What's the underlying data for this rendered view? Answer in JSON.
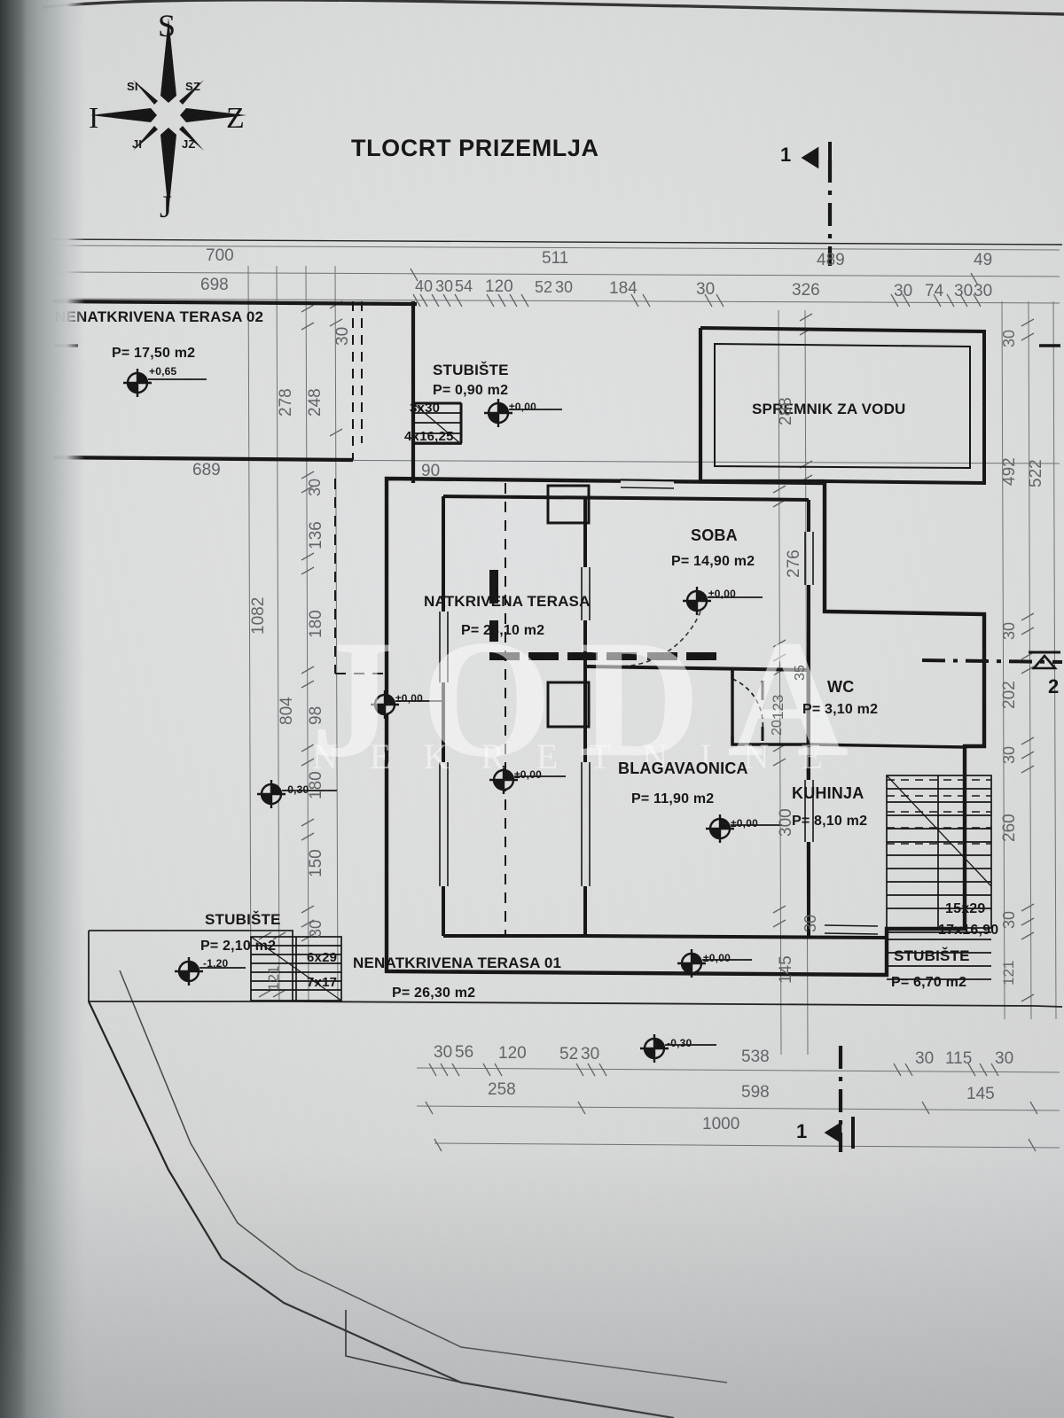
{
  "drawing": {
    "title": "TLOCRT PRIZEMLJA",
    "watermark_line1": "JODA",
    "watermark_line2": "N E K R E T N I N E"
  },
  "compass": {
    "name": "compass-rose",
    "north": "S",
    "south": "J",
    "east": "I",
    "west": "Z",
    "ne": "SI",
    "nw": "SZ",
    "se": "JI",
    "sw": "JZ"
  },
  "section_markers": [
    {
      "label": "1",
      "position": "top-right"
    },
    {
      "label": "1",
      "position": "bottom-right"
    },
    {
      "label": "2",
      "position": "right-middle"
    }
  ],
  "rooms": [
    {
      "name": "NENATKRIVENA TERASA 02",
      "area": "P= 17,50 m2",
      "elevation": "+0,65"
    },
    {
      "name": "STUBIŠTE",
      "area": "P= 0,90 m2",
      "elevation": "±0,00"
    },
    {
      "name": "SPREMNIK ZA VODU",
      "area": "",
      "elevation": ""
    },
    {
      "name": "SOBA",
      "area": "P= 14,90 m2",
      "elevation": "±0,00"
    },
    {
      "name": "NATKRIVENA TERASA",
      "area": "P= 23,10 m2",
      "elevation": "±0,00"
    },
    {
      "name": "WC",
      "area": "P= 3,10 m2",
      "elevation": ""
    },
    {
      "name": "BLAGAVAONICA",
      "area": "P= 11,90 m2",
      "elevation": "±0,00"
    },
    {
      "name": "KUHINJA",
      "area": "P= 8,10 m2",
      "elevation": "±0,00"
    },
    {
      "name": "STUBIŠTE",
      "area": "P= 2,10 m2",
      "elevation": "-1,20"
    },
    {
      "name": "NENATKRIVENA TERASA 01",
      "area": "P= 26,30 m2",
      "elevation": "±0,00"
    },
    {
      "name": "STUBIŠTE",
      "area": "P= 6,70 m2",
      "elevation": ""
    }
  ],
  "room_labels": {
    "terasa02_name": "NENATKRIVENA TERASA 02",
    "terasa02_area": "P= 17,50 m2",
    "terasa02_elev": "+0,65",
    "stubiste_top_name": "STUBIŠTE",
    "stubiste_top_area": "P= 0,90 m2",
    "stubiste_top_elev": "±0,00",
    "spremnik_name": "SPREMNIK ZA VODU",
    "soba_name": "SOBA",
    "soba_area": "P= 14,90 m2",
    "soba_elev": "±0,00",
    "natkrivena_name": "NATKRIVENA TERASA",
    "natkrivena_area": "P= 23,10 m2",
    "natkrivena_elev_left": "±0,00",
    "natkrivena_elev_mid": "±0,00",
    "wc_name": "WC",
    "wc_area": "P= 3,10 m2",
    "blagavaonica_name": "BLAGAVAONICA",
    "blagavaonica_area": "P= 11,90 m2",
    "blagavaonica_elev": "±0,00",
    "kuhinja_name": "KUHINJA",
    "kuhinja_area": "P= 8,10 m2",
    "stubiste_left_name": "STUBIŠTE",
    "stubiste_left_area": "P= 2,10 m2",
    "stubiste_left_elev": "-1,20",
    "terasa01_name": "NENATKRIVENA TERASA 01",
    "terasa01_area": "P= 26,30 m2",
    "terasa01_elev": "±0,00",
    "stubiste_right_name": "STUBIŠTE",
    "stubiste_right_area": "P= 6,70 m2",
    "elev_left_mid": "-0,30",
    "elev_bottom_mid": "-0,30"
  },
  "stair_notes": {
    "top": {
      "treads": "3x30",
      "risers": "4x16,25"
    },
    "left": {
      "treads": "6x29",
      "risers": "7x17"
    },
    "right": {
      "treads": "15x29",
      "risers": "17x16,90"
    }
  },
  "dimensions": {
    "top_row1": [
      "700",
      "511",
      "489",
      "49"
    ],
    "top_row2": [
      "698",
      "40",
      "30",
      "54",
      "120",
      "52",
      "30",
      "184",
      "30",
      "326",
      "30",
      "74",
      "30",
      "30"
    ],
    "top_row3": [
      "689",
      "90"
    ],
    "bottom_row1": [
      "30",
      "56",
      "120",
      "52",
      "30",
      "538",
      "30",
      "115",
      "30"
    ],
    "bottom_row2": [
      "258",
      "598",
      "145"
    ],
    "bottom_row3": [
      "1000"
    ],
    "left_chain": [
      "30",
      "136",
      "180",
      "98",
      "180",
      "150",
      "30"
    ],
    "left_totals": [
      "1082",
      "804",
      "121"
    ],
    "left_small": [
      "278",
      "248",
      "30"
    ],
    "right_chain": [
      "30",
      "492",
      "30",
      "202",
      "30",
      "260",
      "30",
      "121"
    ],
    "right_totals": [
      "522",
      "288"
    ],
    "inner": [
      "276",
      "300",
      "145",
      "20",
      "123",
      "35",
      "288"
    ]
  },
  "colors": {
    "paper": "#dcdddd",
    "ink": "#111111",
    "dim_ink": "#5e6264",
    "spine": "#4c5052"
  }
}
